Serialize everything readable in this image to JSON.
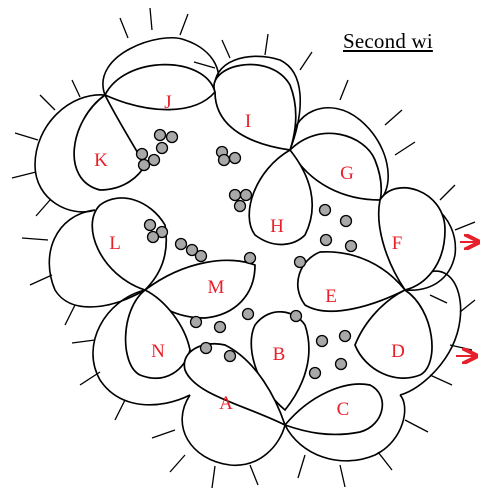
{
  "heading": "Second wi",
  "petals": [
    "J",
    "I",
    "K",
    "G",
    "H",
    "L",
    "F",
    "M",
    "E",
    "N",
    "B",
    "D",
    "A",
    "C"
  ],
  "colors": {
    "label": "#e8202a",
    "bead": "#a8a8a8",
    "arrow": "#e8202a",
    "line": "#000000"
  }
}
